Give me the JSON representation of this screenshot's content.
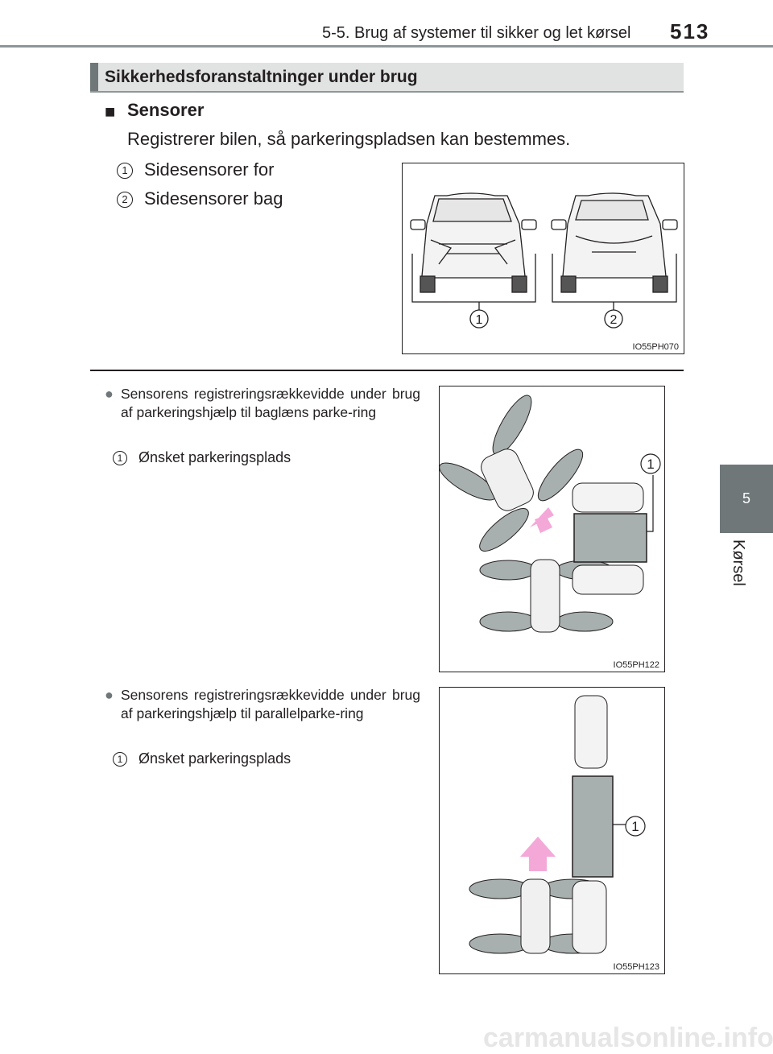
{
  "header": {
    "section": "5-5. Brug af systemer til sikker og let kørsel",
    "page_number": "513"
  },
  "side_tab": {
    "chapter_number": "5",
    "chapter_label": "Kørsel"
  },
  "section": {
    "title": "Sikkerhedsforanstaltninger under brug"
  },
  "sensors": {
    "marker": "■",
    "heading": "Sensorer",
    "description": "Registrerer bilen, så parkeringspladsen kan bestemmes.",
    "items": [
      {
        "number": "1",
        "label": "Sidesensorer for"
      },
      {
        "number": "2",
        "label": "Sidesensorer bag"
      }
    ],
    "figure": {
      "code": "IO55PH070",
      "callouts": [
        "1",
        "2"
      ]
    }
  },
  "bullets": [
    {
      "marker": "●",
      "text": "Sensorens registreringsrækkevidde under brug af parkeringshjælp til baglæns parke-ring",
      "item": {
        "number": "1",
        "label": "Ønsket parkeringsplads"
      },
      "figure": {
        "code": "IO55PH122",
        "callout": "1"
      }
    },
    {
      "marker": "●",
      "text": "Sensorens registreringsrækkevidde under brug af parkeringshjælp til parallelparke-ring",
      "item": {
        "number": "1",
        "label": "Ønsket parkeringsplads"
      },
      "figure": {
        "code": "IO55PH123",
        "callout": "1"
      }
    }
  ],
  "colors": {
    "accent_gray": "#6f7779",
    "bar_gray": "#e1e3e3",
    "lobe_gray": "#a7b0ae",
    "arrow_pink": "#f4a8d8"
  },
  "footer": {
    "watermark": "carmanualsonline.info"
  }
}
